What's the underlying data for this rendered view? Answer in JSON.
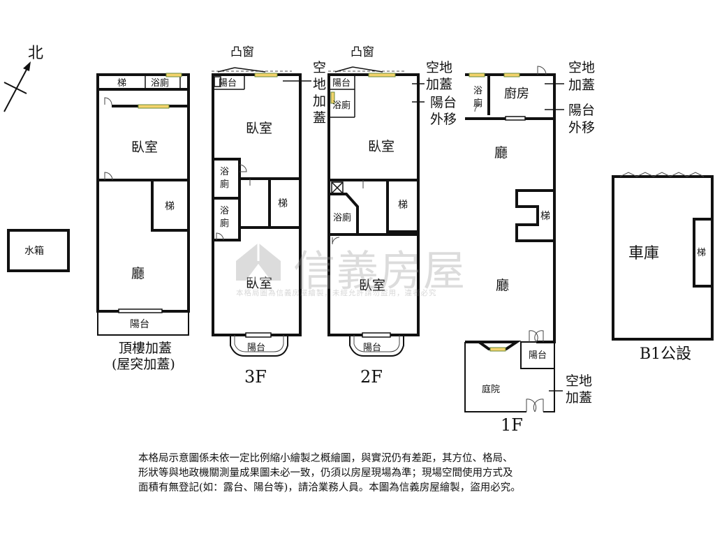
{
  "compass": {
    "label": "北"
  },
  "tank": {
    "label": "水箱"
  },
  "roof": {
    "stair": "梯",
    "bath": "浴廁",
    "bedroom": "臥室",
    "stair2": "梯",
    "hall": "廳",
    "balcony": "陽台",
    "caption_line1": "頂樓加蓋",
    "caption_line2": "(屋突加蓋)"
  },
  "f3": {
    "bay_window": "凸窗",
    "balcony_top": "陽台",
    "annot_vertical": [
      "空",
      "地",
      "加",
      "蓋"
    ],
    "bedroom1": "臥室",
    "bath1": [
      "浴",
      "廁"
    ],
    "bath2": [
      "浴",
      "廁"
    ],
    "stair": "梯",
    "bedroom2": "臥室",
    "balcony_bottom": "陽台",
    "caption": "3F"
  },
  "f2": {
    "bay_window": "凸窗",
    "balcony_top": "陽台",
    "bath_top": "浴廁",
    "annot1": [
      "空地",
      "加蓋"
    ],
    "annot2": [
      "陽台",
      "外移"
    ],
    "bedroom1": "臥室",
    "bath_mid": "浴廁",
    "stair": "梯",
    "bedroom2": "臥室",
    "balcony_bottom": "陽台",
    "caption": "2F"
  },
  "f1": {
    "bath": [
      "浴",
      "廁"
    ],
    "kitchen": "廚房",
    "annot1": [
      "空地",
      "加蓋"
    ],
    "annot2": [
      "陽台",
      "外移"
    ],
    "hall1": "廳",
    "stair": "梯",
    "hall2": "廳",
    "balcony": "陽台",
    "courtyard": "庭院",
    "annot3": [
      "空地",
      "加蓋"
    ],
    "caption": "1F"
  },
  "b1": {
    "garage": "車庫",
    "stair": "梯",
    "caption": "B1公設"
  },
  "watermark": {
    "brand": "信義房屋",
    "notice": "本格局圖為信義房屋繪製，未經允許請勿盜用，違者必究"
  },
  "disclaimer": [
    "本格局示意圖係未依一定比例縮小繪製之概繪圖，與實況仍有差距，其方位、格局、",
    "形狀等與地政機關測量成果圖未必一致，仍須以房屋現場為準；現場空間使用方式及",
    "面積有無登記(如：露台、陽台等)，請洽業務人員。本圖為信義房屋繪製，盜用必究。"
  ]
}
